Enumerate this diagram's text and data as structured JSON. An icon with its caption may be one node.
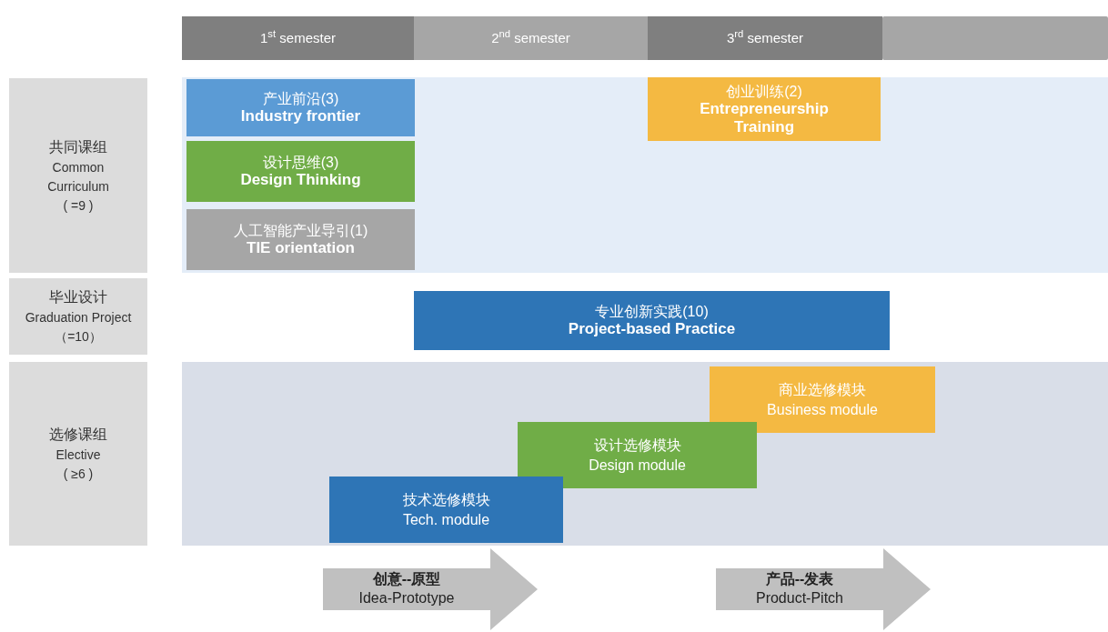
{
  "diagram": {
    "nodes": [
      {
        "text": [
          "1$^{st}$ semester"
        ]
      },
      {
        "text": [
          "2$^{nd}$ semester"
        ]
      },
      {
        "text": [
          "3$^{rd}$ semester"
        ]
      },
      {
        "text": [],
        "shape": "box"
      },
      {
        "text": [
          "共同课组",
          "Common Curriculum",
          "( =9 )"
        ]
      },
      {
        "text": [],
        "shape": "band"
      },
      {
        "text": [
          "产业前沿(3)",
          "Industry frontier"
        ],
        "in": 5
      },
      {
        "text": [
          "设计思维(3)",
          "Design Thinking"
        ],
        "in": 5
      },
      {
        "text": [
          "人工智能产业导引(1)",
          "TIE orientation"
        ],
        "in": 5
      },
      {
        "text": [
          "创业训练(2)",
          "Entrepreneurship Training"
        ],
        "in": 5
      },
      {
        "text": [
          "毕业设计",
          "Graduation Project（=10）"
        ]
      },
      {
        "text": [
          "专业创新实践(10)",
          "Project-based Practice"
        ]
      },
      {
        "text": [
          "选修课组",
          "Elective",
          "( ≥6 )"
        ]
      },
      {
        "text": [],
        "shape": "band"
      },
      {
        "text": [
          "商业选修模块",
          "Business module"
        ],
        "in": 13
      },
      {
        "text": [
          "设计选修模块",
          "Design module"
        ],
        "in": 13
      },
      {
        "text": [
          "技术选修模块",
          "Tech. module"
        ],
        "in": 13
      },
      {
        "text": [
          "创意--原型",
          "Idea-Prototype"
        ]
      },
      {
        "text": [
          "产品--发表",
          "Product-Pitch"
        ]
      }
    ]
  }
}
